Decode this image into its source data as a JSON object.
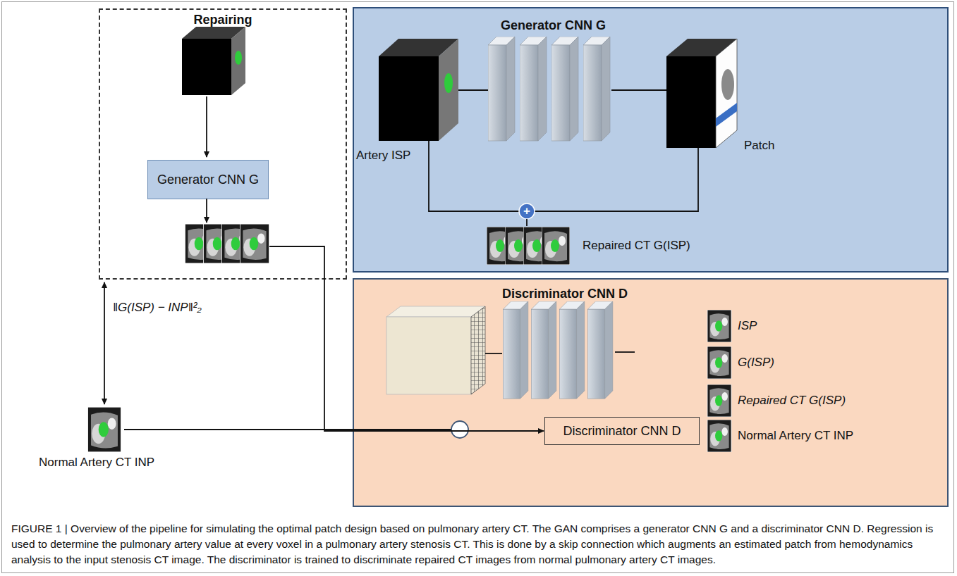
{
  "diagram": {
    "caption": "FIGURE 1 | Overview of the pipeline for simulating the optimal patch design based on pulmonary artery CT. The GAN comprises a generator CNN G and a discriminator CNN D. Regression is used to determine the pulmonary artery value at every voxel in a pulmonary artery stenosis CT. This is done by a skip connection which augments an estimated patch from hemodynamics analysis to the input stenosis CT image. The discriminator is trained to discriminate repaired CT images from normal pulmonary artery CT images.",
    "nodes": [
      {
        "text": [
          "Repairing"
        ]
      },
      {
        "text": [
          "Generator CNN G"
        ],
        "in": 0
      },
      {
        "text": [
          "Generator CNN G"
        ]
      },
      {
        "text": [
          "Discriminator CNN D"
        ]
      },
      {
        "text": [
          "Discriminator CNN D"
        ],
        "in": 3
      }
    ],
    "edges": [
      {
        "from": 0,
        "to": 4,
        "arrow": "to"
      }
    ],
    "labels": [
      "‖G(ISP) − INP‖²₂",
      "Normal Artery CT INP",
      "Artery ISP",
      "+",
      "Patch",
      "Repaired CT G(ISP)",
      "ISP",
      "G(ISP)",
      "Repaired CT G(ISP)",
      "Normal Artery CT INP"
    ]
  }
}
